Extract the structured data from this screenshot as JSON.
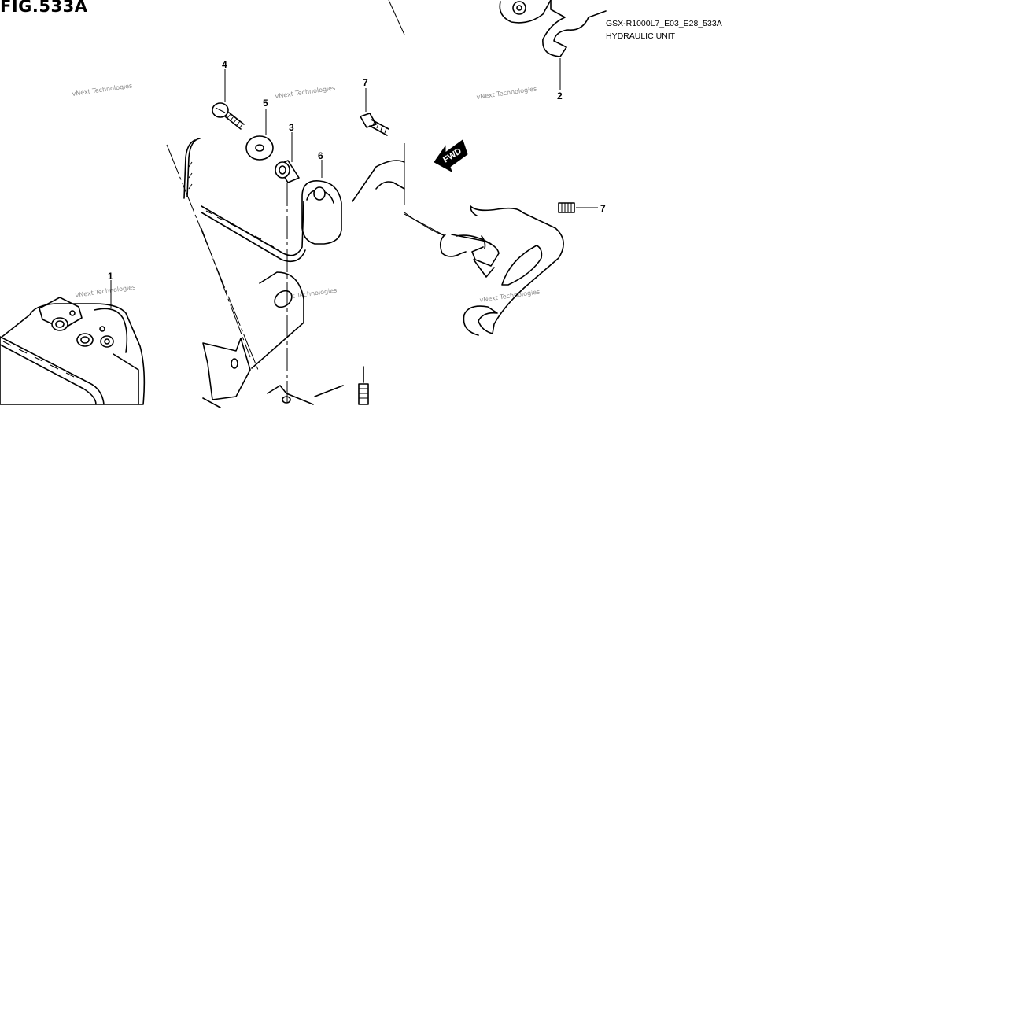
{
  "figure": {
    "title": "FIG.533A",
    "model_code": "GSX-R1000L7_E03_E28_533A",
    "unit_name": "HYDRAULIC UNIT"
  },
  "callouts": {
    "c1": "1",
    "c2": "2",
    "c3": "3",
    "c4": "4",
    "c5": "5",
    "c6": "6",
    "c7a": "7",
    "c7b": "7"
  },
  "direction_arrow": {
    "label": "FWD"
  },
  "watermark": {
    "text": "vNext Technologies"
  }
}
